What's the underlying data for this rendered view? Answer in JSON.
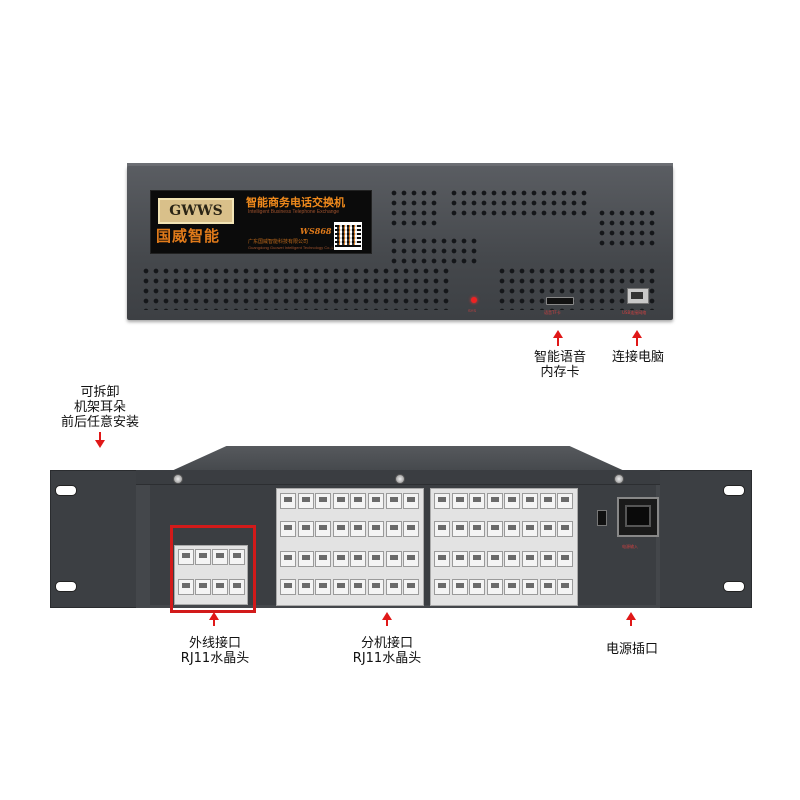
{
  "front_panel": {
    "logo_text": "GWWS",
    "logo_cn": "国威智能",
    "title_cn": "智能商务电话交换机",
    "title_en": "Intelligent Business Telephone Exchange",
    "model": "WS868",
    "company_cn": "广东国威智能科技有限公司",
    "company_en": "Guangdong Guowei Intelligent Technology Co.,Ltd",
    "sys_label": "SYS",
    "sd_label": "语音TF卡",
    "usb_label": "USB连接网络"
  },
  "callouts": {
    "voice_card": [
      "智能语音",
      "内存卡"
    ],
    "pc_connect": "连接电脑",
    "rack_ears": [
      "可拆卸",
      "机架耳朵",
      "前后任意安装"
    ],
    "trunk_ports": [
      "外线接口",
      "RJ11水晶头"
    ],
    "extension_ports": [
      "分机接口",
      "RJ11水晶头"
    ],
    "power_socket": "电源插口"
  },
  "rear_panel": {
    "power_label": "电源输入"
  },
  "colors": {
    "accent_red": "#e01818",
    "panel_orange": "#f08a1c",
    "chassis": "#44474b"
  }
}
